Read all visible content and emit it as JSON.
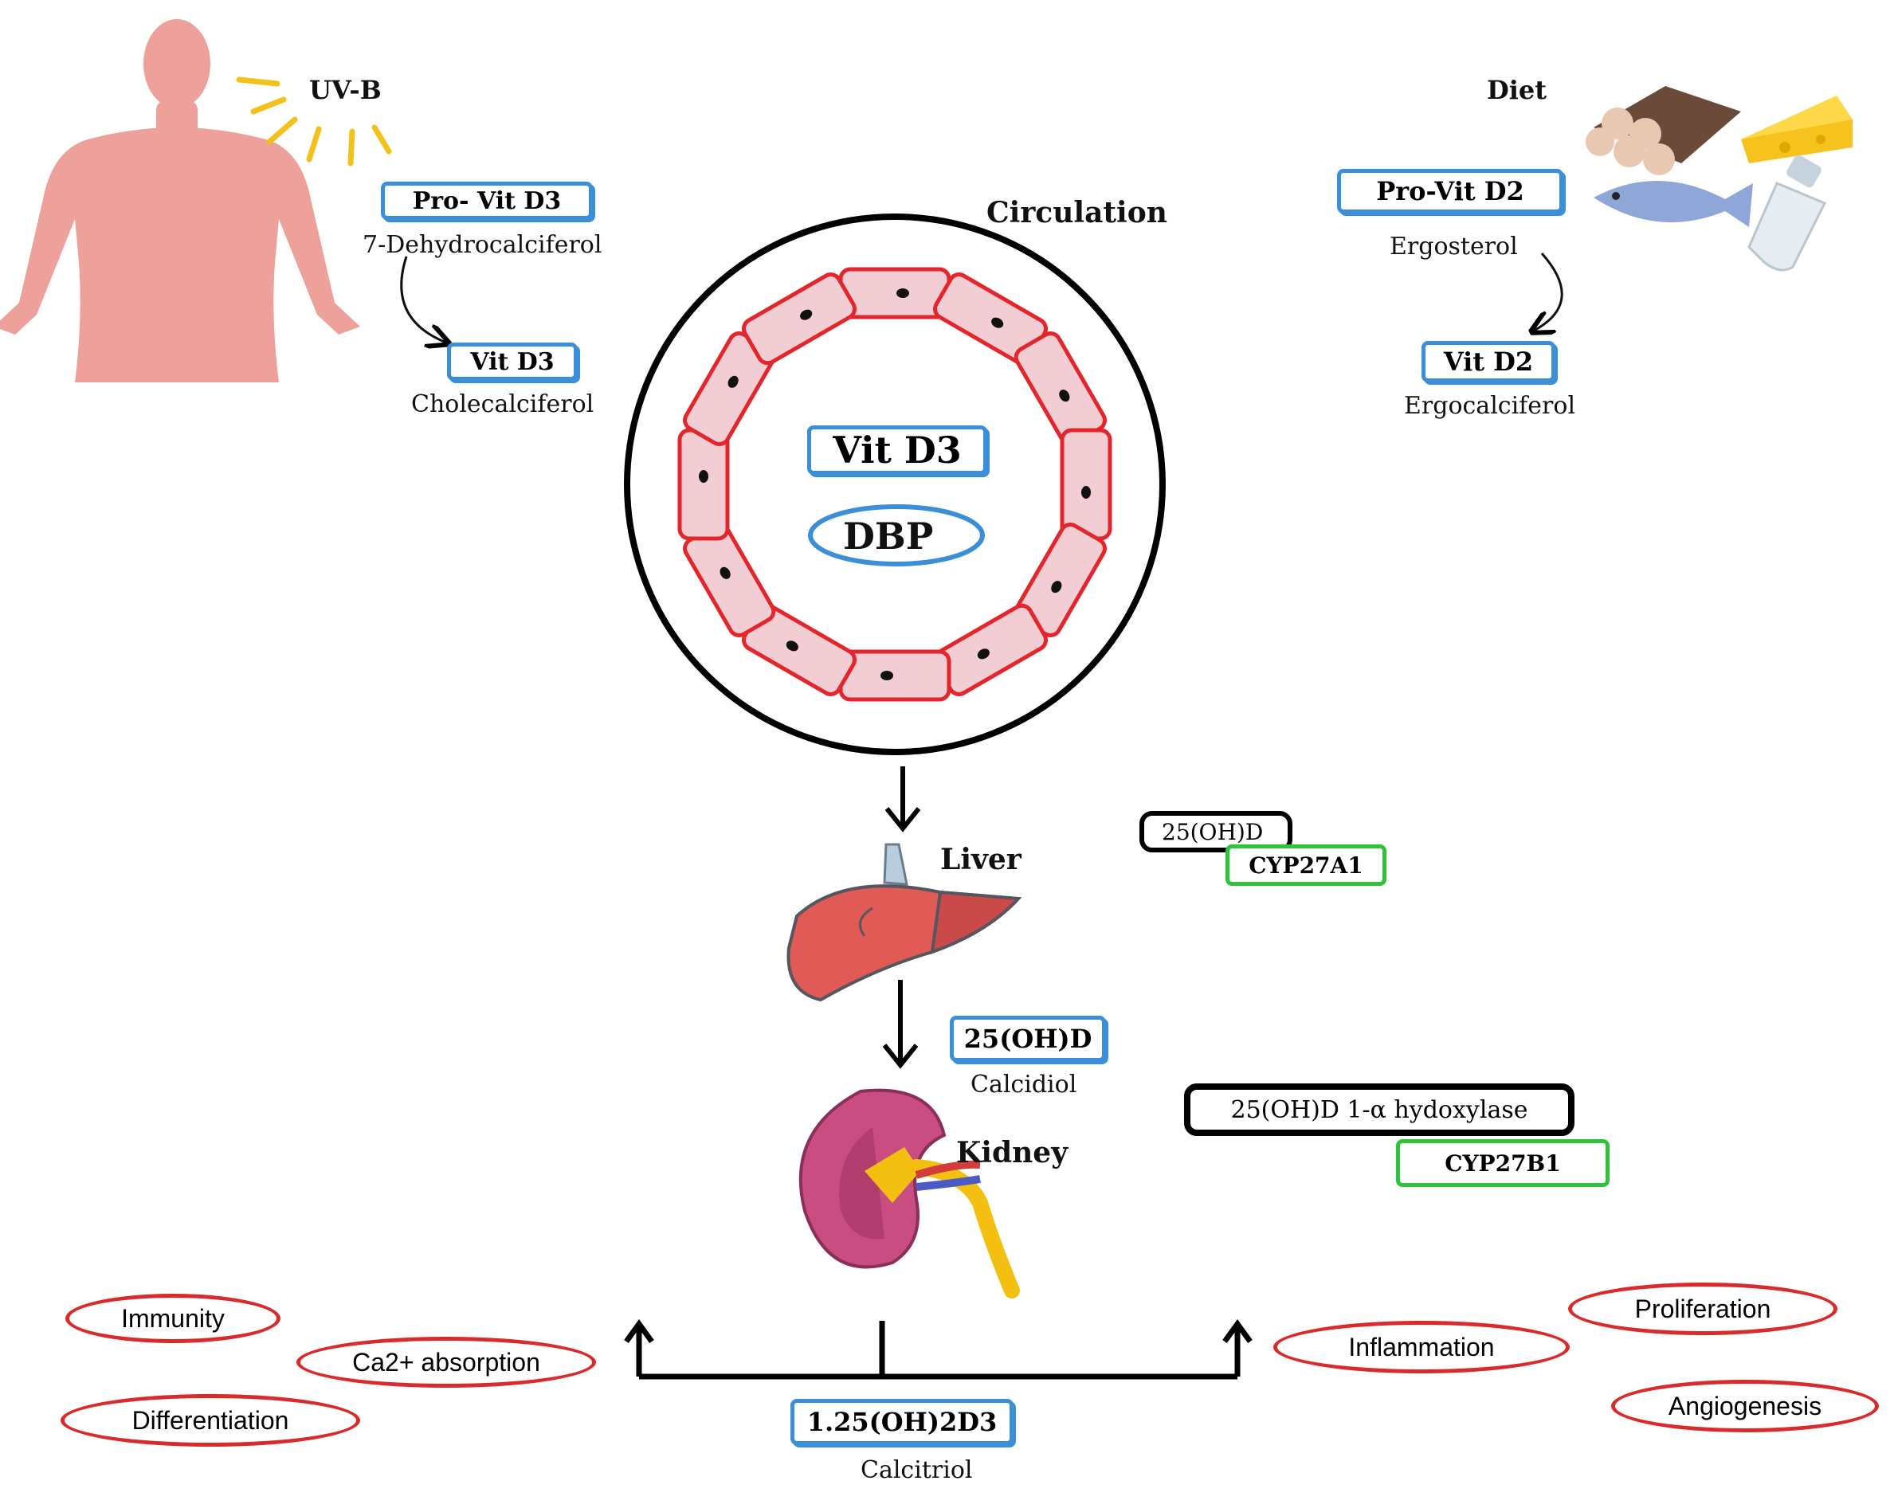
{
  "source": {
    "uvb": "UV-B",
    "pro_vit_d3": "Pro- Vit D3",
    "pro_vit_d3_name": "7-Dehydrocalciferol",
    "vit_d3": "Vit D3",
    "vit_d3_name": "Cholecalciferol",
    "diet": "Diet",
    "pro_vit_d2": "Pro-Vit D2",
    "pro_vit_d2_name": "Ergosterol",
    "vit_d2": "Vit D2",
    "vit_d2_name": "Ergocalciferol"
  },
  "circulation": {
    "title": "Circulation",
    "vit_d3": "Vit D3",
    "dbp": "DBP"
  },
  "liver": {
    "label": "Liver",
    "product": "25(OH)D",
    "enzyme": "CYP27A1"
  },
  "calcidiol": {
    "code": "25(OH)D",
    "name": "Calcidiol"
  },
  "kidney": {
    "label": "Kidney",
    "enzyme_long": "25(OH)D 1-α hydoxylase",
    "enzyme": "CYP27B1"
  },
  "calcitriol": {
    "code": "1.25(OH)2D3",
    "name": "Calcitriol"
  },
  "effects_left": [
    "Immunity",
    "Ca2+ absorption",
    "Differentiation"
  ],
  "effects_right": [
    "Inflammation",
    "Proliferation",
    "Angiogenesis"
  ],
  "colors": {
    "body": "#eea09a",
    "sun": "#f2c21b",
    "cell_fill": "#f2cdd3",
    "cell_border": "#e3262b",
    "blue_box": "#3b8fd9",
    "green_box": "#2ec43a",
    "red_pill": "#d92b2b"
  }
}
